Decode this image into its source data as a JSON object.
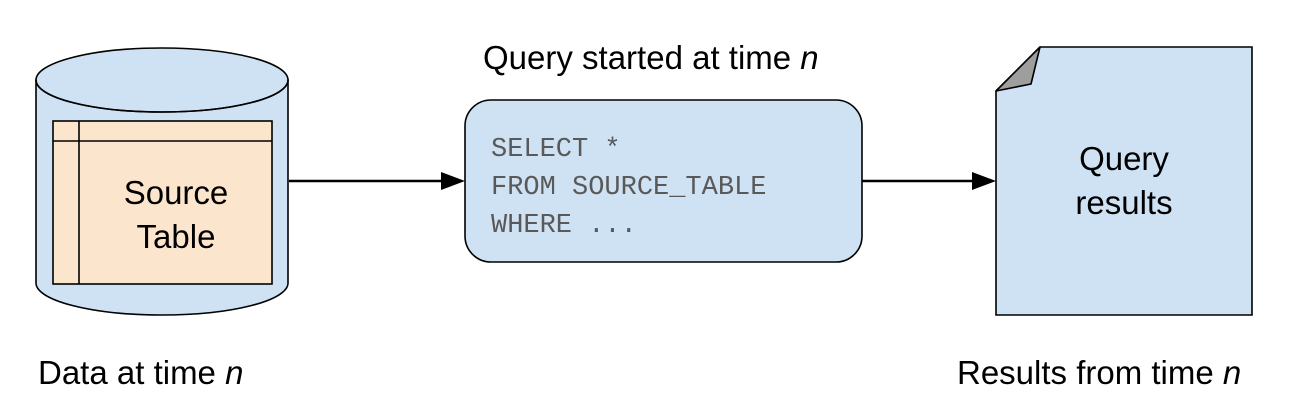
{
  "source_table": {
    "label_line1": "Source",
    "label_line2": "Table"
  },
  "data_caption": {
    "text": "Data at time ",
    "var": "n"
  },
  "query": {
    "caption_text": "Query started at time ",
    "caption_var": "n",
    "sql_line1": "SELECT *",
    "sql_line2": "FROM SOURCE_TABLE",
    "sql_line3": "WHERE ..."
  },
  "results": {
    "label_line1": "Query",
    "label_line2": "results",
    "caption_text": "Results from time ",
    "caption_var": "n"
  },
  "colors": {
    "container_fill": "#cfe2f3",
    "table_fill": "#fce5cd",
    "stroke": "#000000",
    "corner_fold": "#9e9e9e",
    "sql_text": "#595959"
  }
}
